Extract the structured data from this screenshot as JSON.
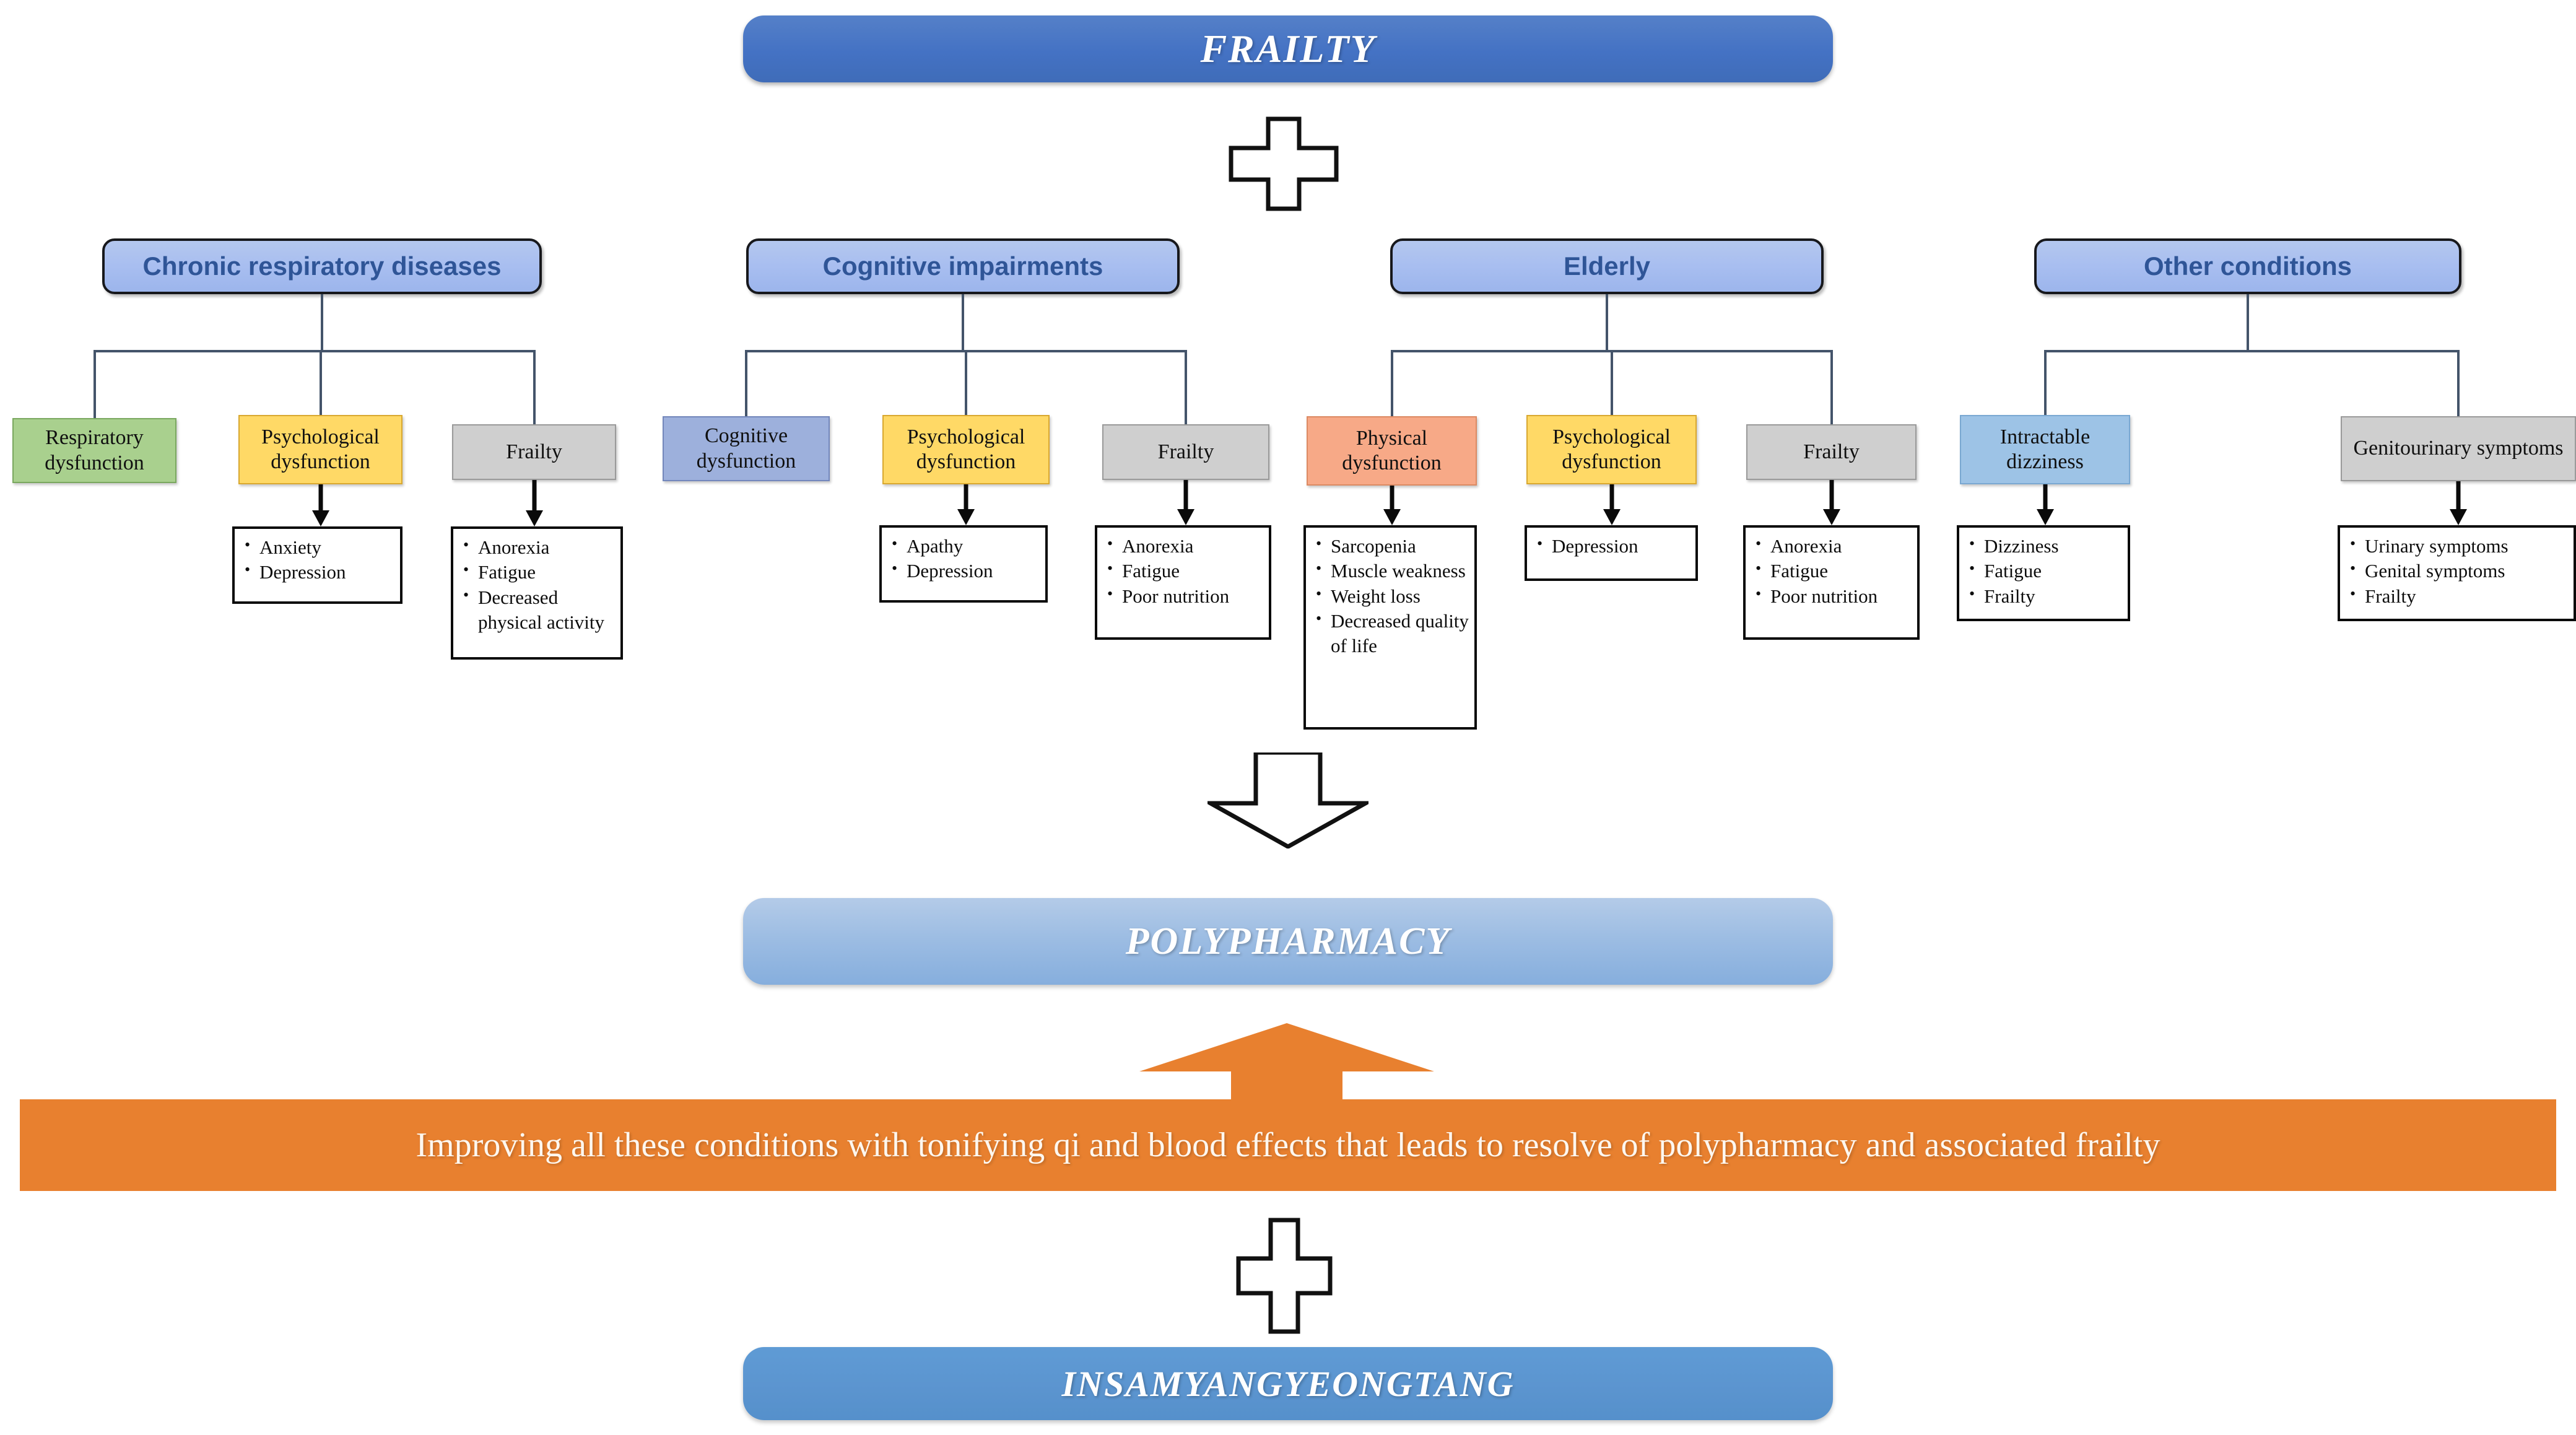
{
  "top_banner": {
    "label": "FRAILTY"
  },
  "plus_top": {
    "icon": "plus-icon"
  },
  "plus_bottom": {
    "icon": "plus-icon"
  },
  "down_arrow": {
    "icon": "arrow-down-icon"
  },
  "up_arrow": {
    "icon": "arrow-up-icon"
  },
  "polypharmacy_banner": {
    "label": "POLYPHARMACY"
  },
  "effect_banner": {
    "text": "Improving all these conditions with tonifying qi and blood effects that leads to resolve of polypharmacy and associated frailty"
  },
  "bottom_banner": {
    "label": "INSAMYANGYEONGTANG"
  },
  "colors": {
    "frailty_blue": "#4472c4",
    "polypharmacy_blue": "#9dbde3",
    "insam_blue": "#5f9bd5",
    "category_blue": "#a8bef0",
    "category_text": "#2f5597",
    "orange": "#e8802f",
    "green": "#a9d08e",
    "yellow": "#ffd966",
    "gray": "#cfcfcf",
    "cognitive_blue": "#9db0dc",
    "salmon": "#f7a987",
    "light_blue": "#9dc3e6",
    "connector": "#44546a"
  },
  "groups": [
    {
      "title": "Chronic respiratory diseases",
      "nodes": [
        {
          "label": "Respiratory dysfunction",
          "color": "green",
          "symptoms": []
        },
        {
          "label": "Psychological dysfunction",
          "color": "yellow",
          "symptoms": [
            "Anxiety",
            "Depression"
          ]
        },
        {
          "label": "Frailty",
          "color": "gray",
          "symptoms": [
            "Anorexia",
            "Fatigue",
            "Decreased physical activity"
          ]
        }
      ]
    },
    {
      "title": "Cognitive impairments",
      "nodes": [
        {
          "label": "Cognitive dysfunction",
          "color": "blue",
          "symptoms": []
        },
        {
          "label": "Psychological dysfunction",
          "color": "yellow",
          "symptoms": [
            "Apathy",
            "Depression"
          ]
        },
        {
          "label": "Frailty",
          "color": "gray",
          "symptoms": [
            "Anorexia",
            "Fatigue",
            "Poor nutrition"
          ]
        }
      ]
    },
    {
      "title": "Elderly",
      "nodes": [
        {
          "label": "Physical dysfunction",
          "color": "salmon",
          "symptoms": [
            "Sarcopenia",
            "Muscle weakness",
            "Weight loss",
            "Decreased quality of life"
          ]
        },
        {
          "label": "Psychological dysfunction",
          "color": "yellow",
          "symptoms": [
            "Depression"
          ]
        },
        {
          "label": "Frailty",
          "color": "gray",
          "symptoms": [
            "Anorexia",
            "Fatigue",
            "Poor nutrition"
          ]
        }
      ]
    },
    {
      "title": "Other conditions",
      "nodes": [
        {
          "label": "Intractable dizziness",
          "color": "lblue",
          "symptoms": [
            "Dizziness",
            "Fatigue",
            "Frailty"
          ]
        },
        {
          "label": "Genitourinary symptoms",
          "color": "gray",
          "symptoms": [
            "Urinary symptoms",
            "Genital symptoms",
            "Frailty"
          ]
        }
      ]
    }
  ]
}
